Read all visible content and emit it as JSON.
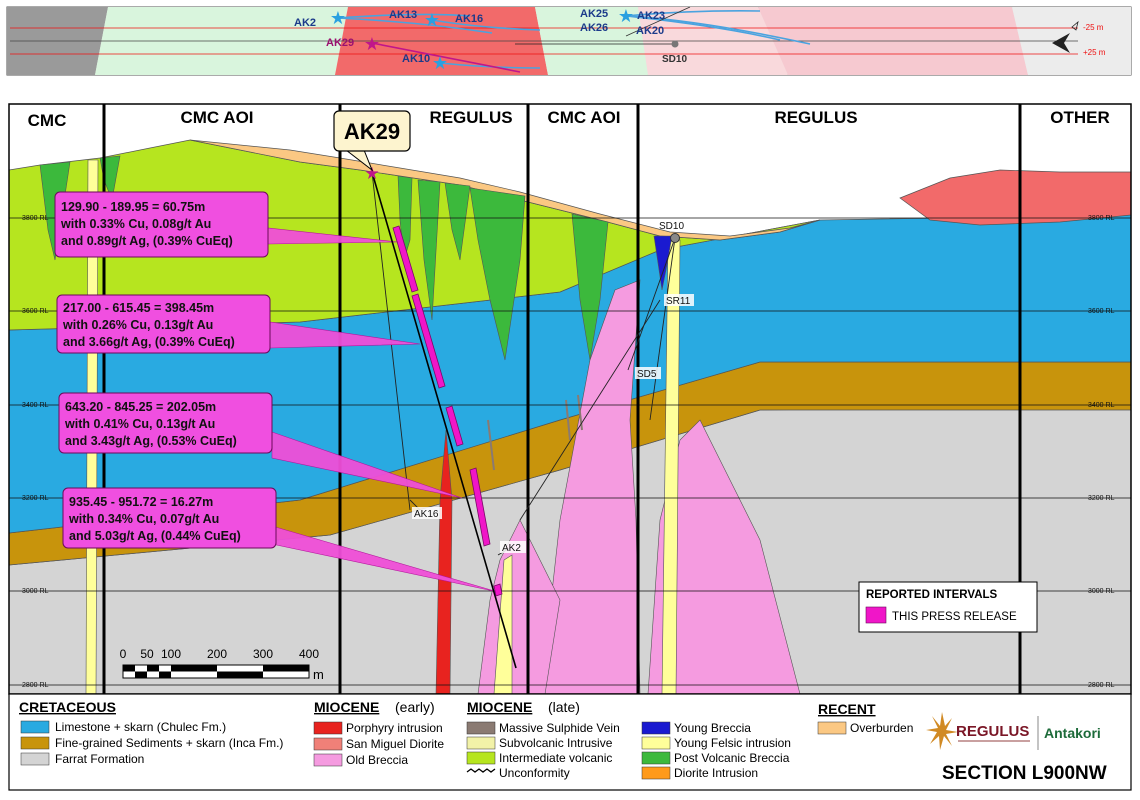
{
  "plan": {
    "holes": [
      "AK2",
      "AK13",
      "AK16",
      "AK25",
      "AK26",
      "AK23",
      "AK20",
      "AK29",
      "AK10",
      "SD10"
    ],
    "rl_top": "-25 m",
    "rl_bottom": "+25 m"
  },
  "section": {
    "zones": [
      "CMC",
      "CMC AOI",
      "REGULUS",
      "CMC AOI",
      "REGULUS",
      "OTHER"
    ],
    "hole_callout": "AK29",
    "rl_labels": [
      "3800 RL",
      "3600 RL",
      "3400 RL",
      "3200 RL",
      "3000 RL",
      "2800 RL"
    ],
    "hole_labels": [
      "SD10",
      "SR11",
      "SD5",
      "AK16",
      "AK2"
    ],
    "intervals": [
      {
        "line1": "129.90 - 189.95 = 60.75m",
        "line2": "with 0.33% Cu, 0.08g/t Au",
        "line3": "and 0.89g/t Ag, (0.39% CuEq)"
      },
      {
        "line1": "217.00 - 615.45 = 398.45m",
        "line2": "with 0.26% Cu, 0.13g/t Au",
        "line3": "and 3.66g/t Ag, (0.39% CuEq)"
      },
      {
        "line1": "643.20 - 845.25 = 202.05m",
        "line2": "with 0.41% Cu, 0.13g/t Au",
        "line3": "and 3.43g/t Ag, (0.53% CuEq)"
      },
      {
        "line1": "935.45 - 951.72 = 16.27m",
        "line2": "with 0.34% Cu, 0.07g/t Au",
        "line3": "and 5.03g/t Ag, (0.44% CuEq)"
      }
    ],
    "scale_labels": [
      "0",
      "50",
      "100",
      "200",
      "300",
      "400"
    ],
    "scale_unit": "m",
    "reported_title": "REPORTED INTERVALS",
    "reported_item": "THIS PRESS RELEASE"
  },
  "legend": {
    "cretaceous": {
      "title": "CRETACEOUS",
      "items": [
        {
          "label": "Limestone + skarn (Chulec Fm.)",
          "color": "#29aae1"
        },
        {
          "label": "Fine-grained Sediments + skarn (Inca Fm.)",
          "color": "#c8940c"
        },
        {
          "label": "Farrat Formation",
          "color": "#d4d4d4"
        }
      ]
    },
    "miocene_early": {
      "title": "MIOCENE",
      "qualifier": "(early)",
      "items": [
        {
          "label": "Porphyry intrusion",
          "color": "#e8231f"
        },
        {
          "label": "San Miguel Diorite",
          "color": "#f08078"
        },
        {
          "label": "Old Breccia",
          "color": "#f59be0"
        }
      ]
    },
    "miocene_late": {
      "title": "MIOCENE",
      "qualifier": "(late)",
      "items": [
        {
          "label": "Massive Sulphide Vein",
          "color": "#8a7a72"
        },
        {
          "label": "Subvolcanic Intrusive",
          "color": "#f2f2a8"
        },
        {
          "label": "Intermediate volcanic",
          "color": "#b6e51f"
        },
        {
          "label": "Unconformity",
          "color": ""
        }
      ]
    },
    "miocene_late2": {
      "items": [
        {
          "label": "Young Breccia",
          "color": "#1a1ad0"
        },
        {
          "label": "Young Felsic intrusion",
          "color": "#ffff9a"
        },
        {
          "label": "Post Volcanic Breccia",
          "color": "#3cb93c"
        },
        {
          "label": "Diorite Intrusion",
          "color": "#ff9a1a"
        }
      ]
    },
    "recent": {
      "title": "RECENT",
      "items": [
        {
          "label": "Overburden",
          "color": "#fbc883"
        }
      ]
    },
    "logo_regulus": "REGULUS",
    "logo_antakori": "Antakori",
    "section_title": "SECTION L900NW"
  }
}
